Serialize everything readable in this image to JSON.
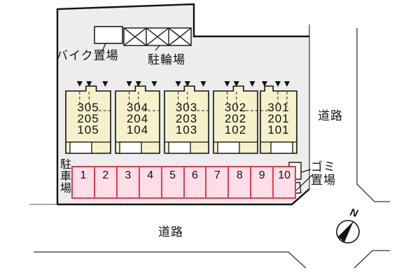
{
  "labels": {
    "bike_storage": "バイク置場",
    "bicycle_parking": "駐輪場",
    "parking_lot": "駐車場",
    "garbage_line1": "ゴミ",
    "garbage_line2": "置場",
    "road_right": "道路",
    "road_bottom": "道路",
    "compass_north": "N"
  },
  "buildings": [
    {
      "rooms": [
        "305",
        "205",
        "105"
      ]
    },
    {
      "rooms": [
        "304",
        "204",
        "104"
      ]
    },
    {
      "rooms": [
        "303",
        "203",
        "103"
      ]
    },
    {
      "rooms": [
        "302",
        "202",
        "102"
      ]
    },
    {
      "rooms": [
        "301",
        "201",
        "101"
      ]
    }
  ],
  "parking_spaces": [
    "1",
    "2",
    "3",
    "4",
    "5",
    "6",
    "7",
    "8",
    "9",
    "10"
  ],
  "colors": {
    "site_bg": "#ededed",
    "building_fill": "#f6f1ca",
    "parking_fill": "#fcdde8",
    "parking_border": "#e63a4e",
    "line": "#111111"
  }
}
